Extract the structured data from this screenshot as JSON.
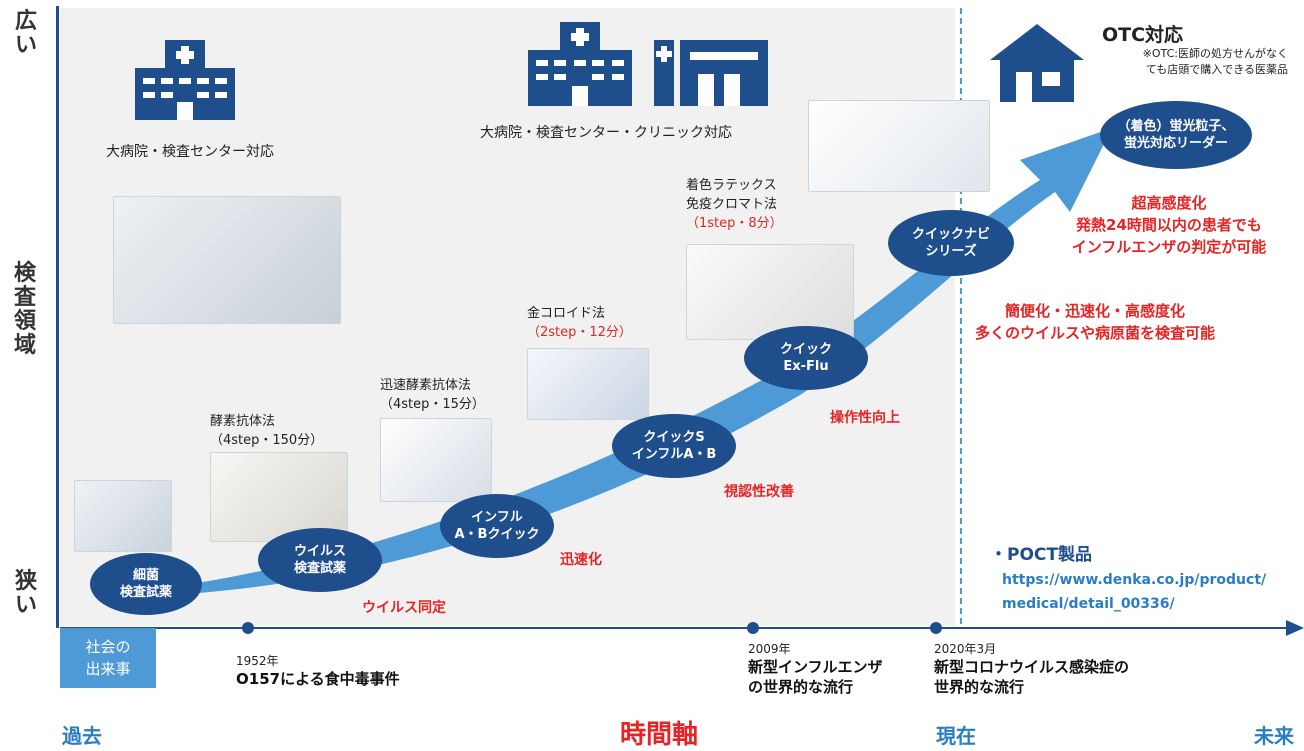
{
  "y_axis": {
    "top": "広い",
    "middle": "検査領域",
    "bottom": "狭い"
  },
  "x_axis": {
    "past": "過去",
    "center": "時間軸",
    "present": "現在",
    "future": "未来"
  },
  "facilities": {
    "hospital_label": "大病院・検査センター対応",
    "clinic_label": "大病院・検査センター・クリニック対応",
    "otc_title": "OTC対応",
    "otc_note": "※OTC:医師の処方せんがなく\nても店頭で購入できる医薬品"
  },
  "methods": [
    {
      "name": "酵素抗体法",
      "detail": "（4step・150分）"
    },
    {
      "name": "迅速酵素抗体法",
      "detail": "（4step・15分）"
    },
    {
      "name": "金コロイド法",
      "detail": "（2step・12分）"
    },
    {
      "name": "着色ラテックス\n免疫クロマト法",
      "detail": "（1step・8分）"
    }
  ],
  "milestones": [
    {
      "label": "細菌\n検査試薬"
    },
    {
      "label": "ウイルス\n検査試薬"
    },
    {
      "label": "インフル\nA・Bクイック"
    },
    {
      "label": "クイックS\nインフルA・B"
    },
    {
      "label": "クイック\nEx-Flu"
    },
    {
      "label": "クイックナビ\nシリーズ"
    },
    {
      "label": "（着色）蛍光粒子、\n蛍光対応リーダー"
    }
  ],
  "features": [
    "ウイルス同定",
    "迅速化",
    "視認性改善",
    "操作性向上",
    "簡便化・迅速化・高感度化\n多くのウイルスや病原菌を検査可能",
    "超高感度化\n発熱24時間以内の患者でも\nインフルエンザの判定が可能"
  ],
  "poct": {
    "title": "・POCT製品",
    "url": "https://www.denka.co.jp/product/\nmedical/detail_00336/"
  },
  "events": {
    "header": "社会の\n出来事",
    "items": [
      {
        "year": "1952年",
        "text": "O157による食中毒事件"
      },
      {
        "year": "2009年",
        "text": "新型インフルエンザ\nの世界的な流行"
      },
      {
        "year": "2020年3月",
        "text": "新型コロナウイルス感染症の\n世界的な流行"
      }
    ]
  },
  "colors": {
    "navy": "#1f4e8c",
    "arrow": "#4d9ad6",
    "red": "#e52525",
    "blue_text": "#2a7dc4"
  }
}
